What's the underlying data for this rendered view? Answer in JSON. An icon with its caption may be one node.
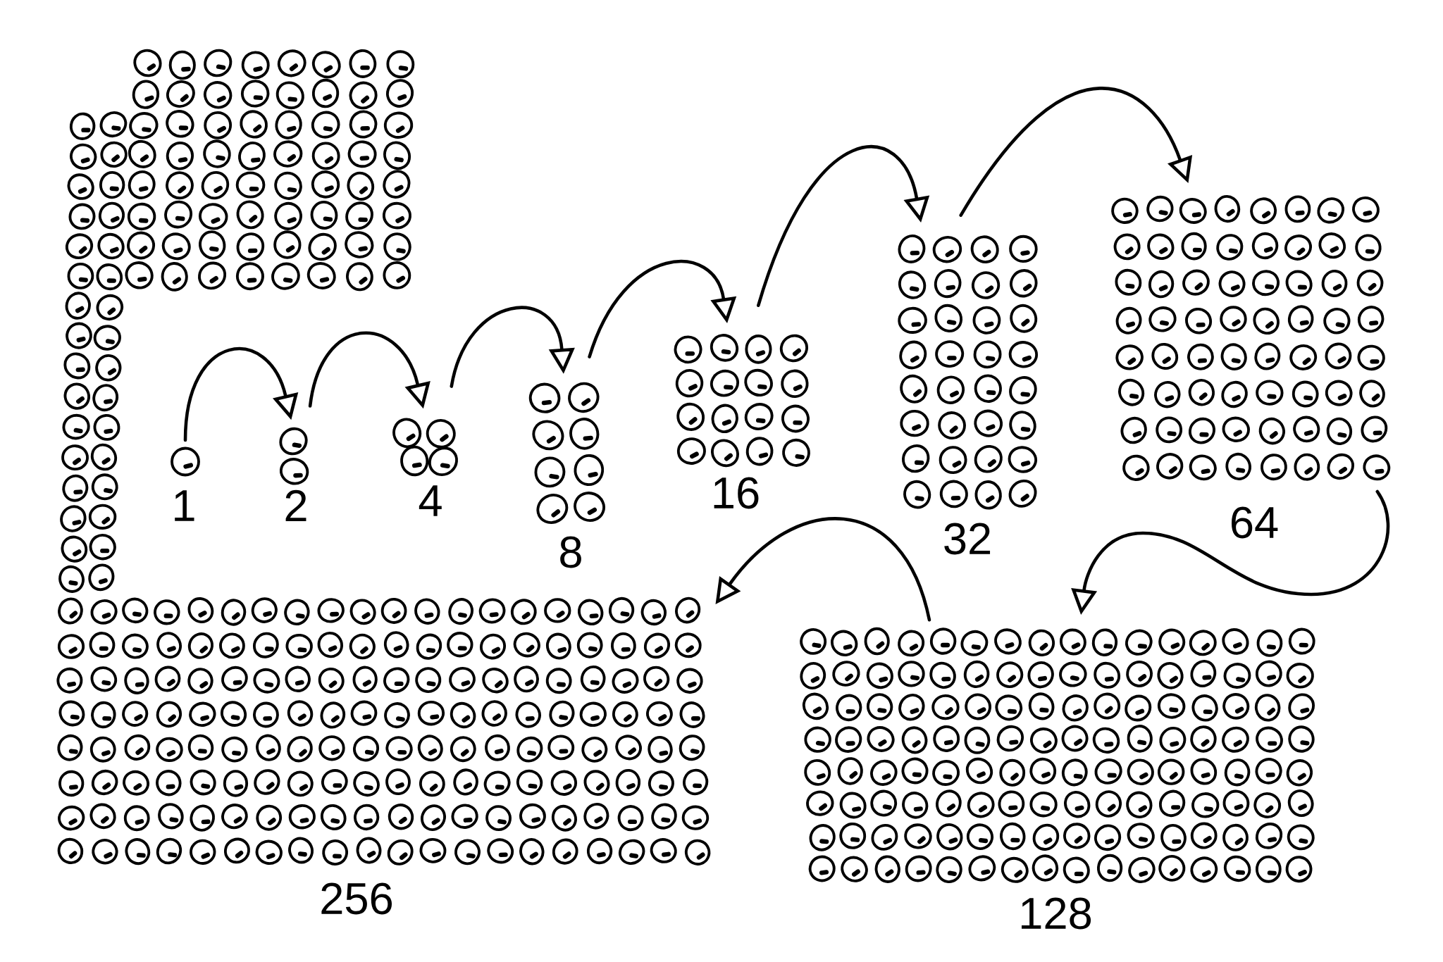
{
  "diagram": {
    "nodes": [
      {
        "text": [
          "1"
        ]
      },
      {
        "text": [
          "2"
        ]
      },
      {
        "text": [
          "4"
        ]
      },
      {
        "text": [
          "8"
        ]
      },
      {
        "text": [
          "16"
        ]
      },
      {
        "text": [
          "32"
        ]
      },
      {
        "text": [
          "64"
        ]
      },
      {
        "text": [
          "128"
        ]
      },
      {
        "text": [
          "256"
        ]
      },
      {
        "text": [],
        "shape": "picture"
      },
      {
        "text": [],
        "shape": "picture"
      }
    ],
    "edges": [
      {
        "from": 0,
        "to": 1,
        "arrow": "to"
      },
      {
        "from": 1,
        "to": 2,
        "arrow": "to"
      },
      {
        "from": 2,
        "to": 3,
        "arrow": "to"
      },
      {
        "from": 3,
        "to": 4,
        "arrow": "to"
      },
      {
        "from": 4,
        "to": 5,
        "arrow": "to"
      },
      {
        "from": 5,
        "to": 6,
        "arrow": "to"
      },
      {
        "from": 6,
        "to": 7,
        "arrow": "to"
      },
      {
        "from": 7,
        "to": 8,
        "arrow": "to"
      }
    ]
  }
}
